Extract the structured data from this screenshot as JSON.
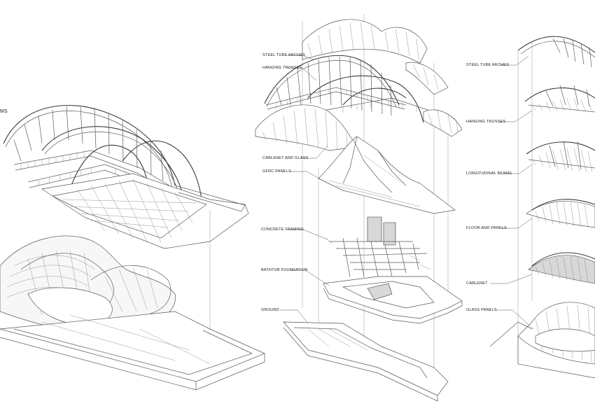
{
  "left_partial_label": "MS",
  "center_labels": {
    "steel_tube_arches": "STEEL TUBE ARCHES",
    "hanging_trusses": "HANGING TRUSSES",
    "cablenet_and_glass": "CABLENET AND GLASS",
    "gfrc_panels": "GFRC PANELS",
    "concrete_framing": "CONCRETE FRAMING",
    "bathtub_foundation": "BATHTUB FOUNDATION",
    "ground": "GROUND"
  },
  "right_labels": {
    "steel_tube_arches": "STEEL TUBE ARCHES",
    "hanging_trusses": "HANGING TRUSSES",
    "longitudinal_beams": "LONGITUDINAL BEAMS",
    "floor_and_panels": "FLOOR AND PANELS",
    "cablenet": "CABLENET",
    "glass_panels": "GLASS PANELS"
  }
}
